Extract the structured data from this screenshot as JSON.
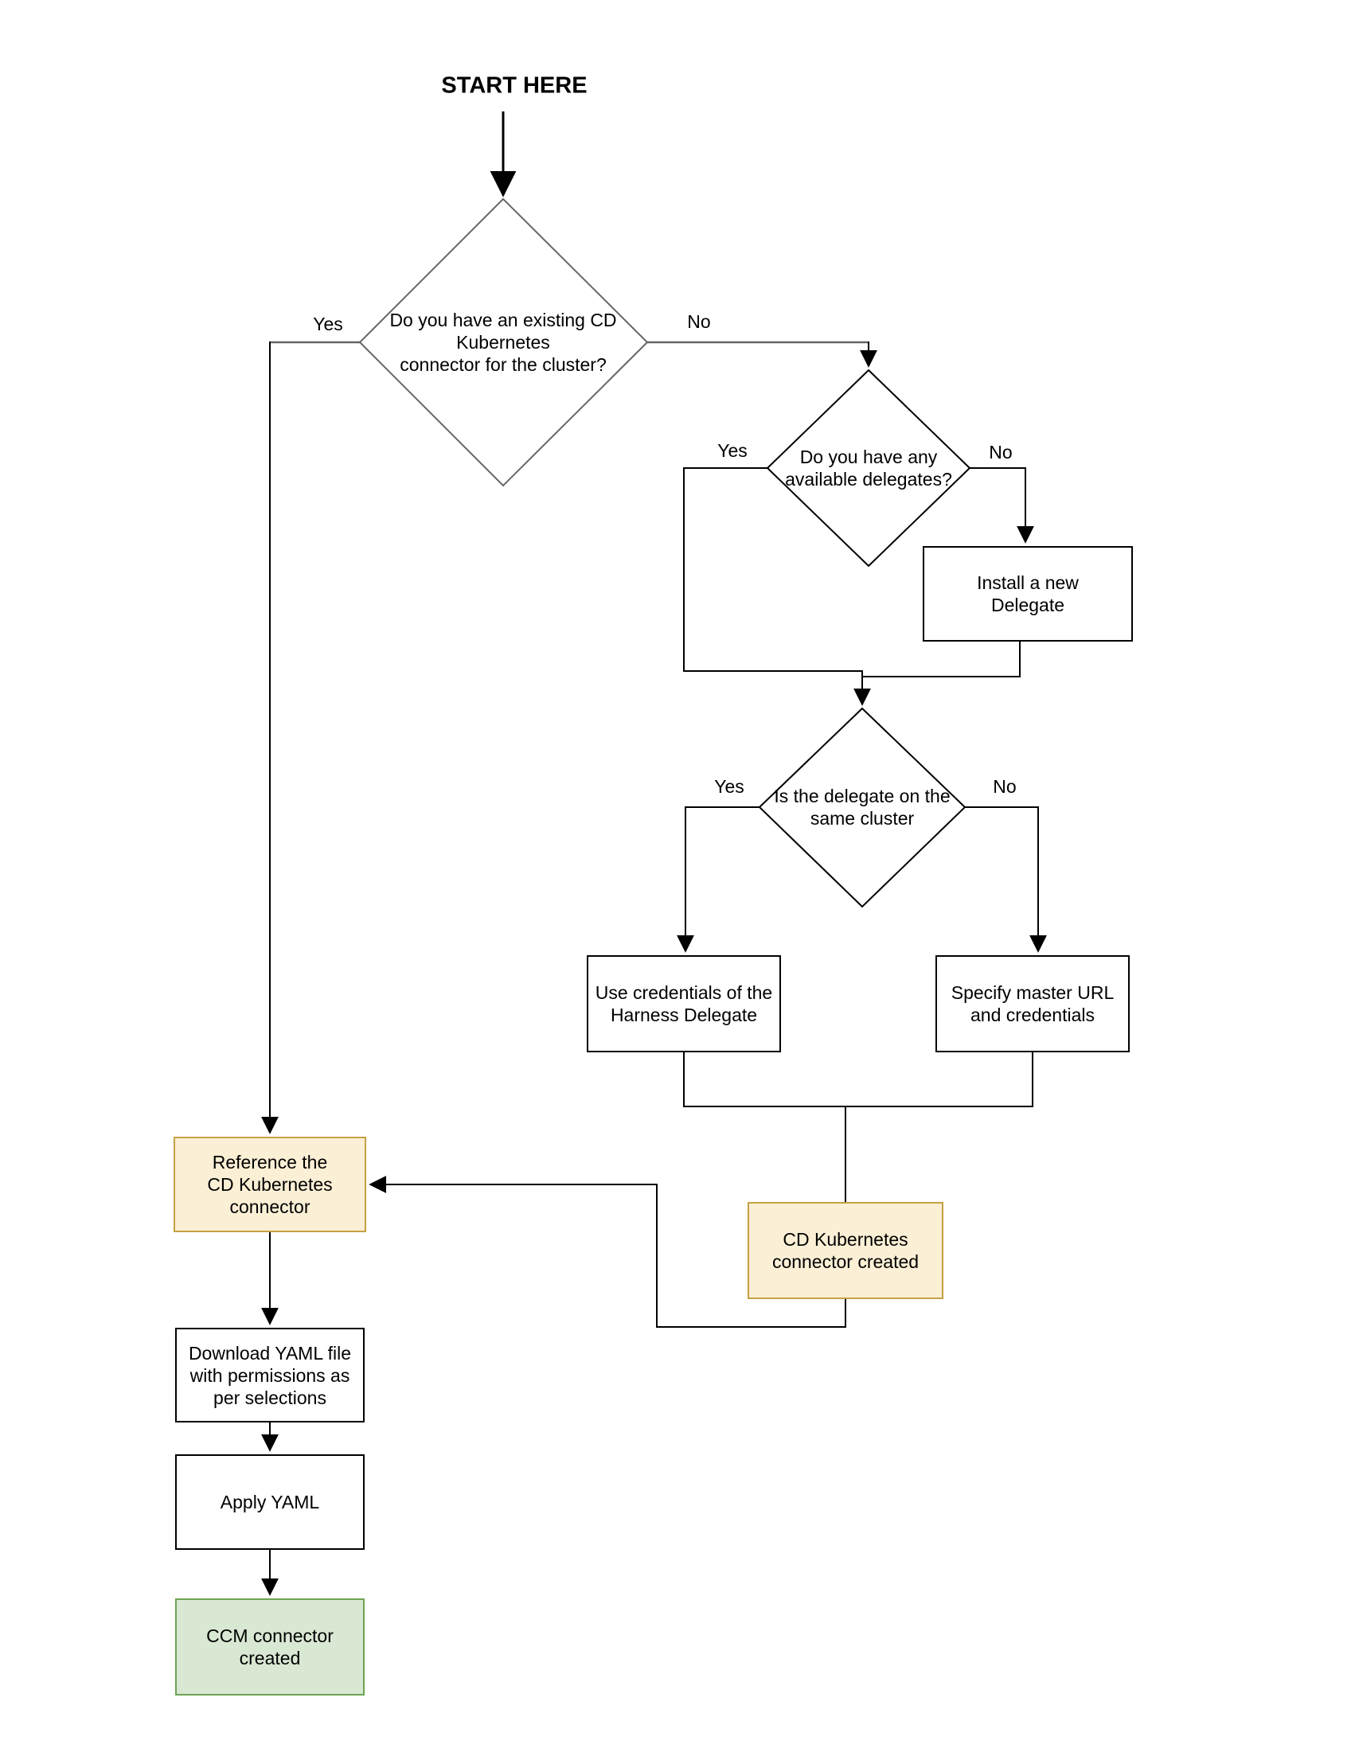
{
  "title": "START HERE",
  "colors": {
    "yellow_fill": "#FBEFD5",
    "yellow_stroke": "#C6A144",
    "green_fill": "#D9E8D3",
    "green_stroke": "#6CA453",
    "edge_black": "#000000",
    "edge_gray": "#666666",
    "decision1_stroke": "#666666",
    "shape_stroke": "#000000"
  },
  "nodes": {
    "decision_existing_connector": {
      "lines": [
        "Do you have an existing CD",
        "Kubernetes",
        "connector for the cluster?"
      ]
    },
    "decision_available_delegates": {
      "lines": [
        "Do you have any",
        "available delegates?"
      ]
    },
    "decision_same_cluster": {
      "lines": [
        "Is the delegate on the",
        "same cluster"
      ]
    },
    "install_delegate": {
      "lines": [
        "Install a new",
        "Delegate"
      ]
    },
    "use_credentials": {
      "lines": [
        "Use credentials of the",
        "Harness Delegate"
      ]
    },
    "specify_master_url": {
      "lines": [
        "Specify master URL",
        "and credentials"
      ]
    },
    "cd_connector_created": {
      "lines": [
        "CD Kubernetes",
        "connector created"
      ]
    },
    "reference_connector": {
      "lines": [
        "Reference the",
        "CD Kubernetes",
        "connector"
      ]
    },
    "download_yaml": {
      "lines": [
        "Download YAML file",
        "with permissions as",
        "per selections"
      ]
    },
    "apply_yaml": {
      "lines": [
        "Apply YAML"
      ]
    },
    "ccm_connector_created": {
      "lines": [
        "CCM connector",
        "created"
      ]
    }
  },
  "edge_labels": {
    "yes1": "Yes",
    "no1": "No",
    "yes2": "Yes",
    "no2": "No",
    "yes3": "Yes",
    "no3": "No"
  }
}
